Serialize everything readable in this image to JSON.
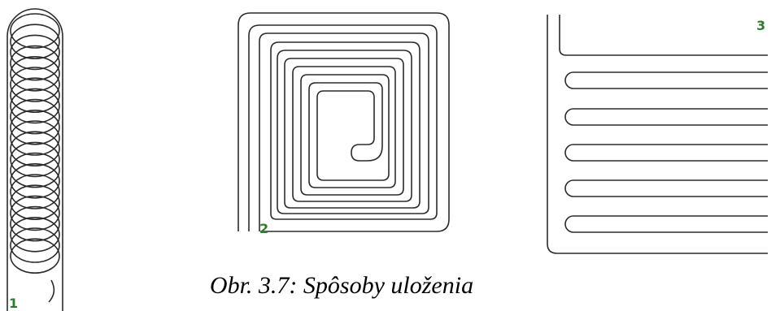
{
  "figure": {
    "panels": [
      {
        "id": "1",
        "label": "1",
        "pattern": "overlapping-loops"
      },
      {
        "id": "2",
        "label": "2",
        "pattern": "square-spiral"
      },
      {
        "id": "3",
        "label": "3",
        "pattern": "meander"
      }
    ],
    "caption": "Obr.  3.7: Spôsoby uloženia",
    "colors": {
      "stroke": "#2b2b2b",
      "label": "#2e7d2e",
      "background": "#ffffff"
    }
  }
}
